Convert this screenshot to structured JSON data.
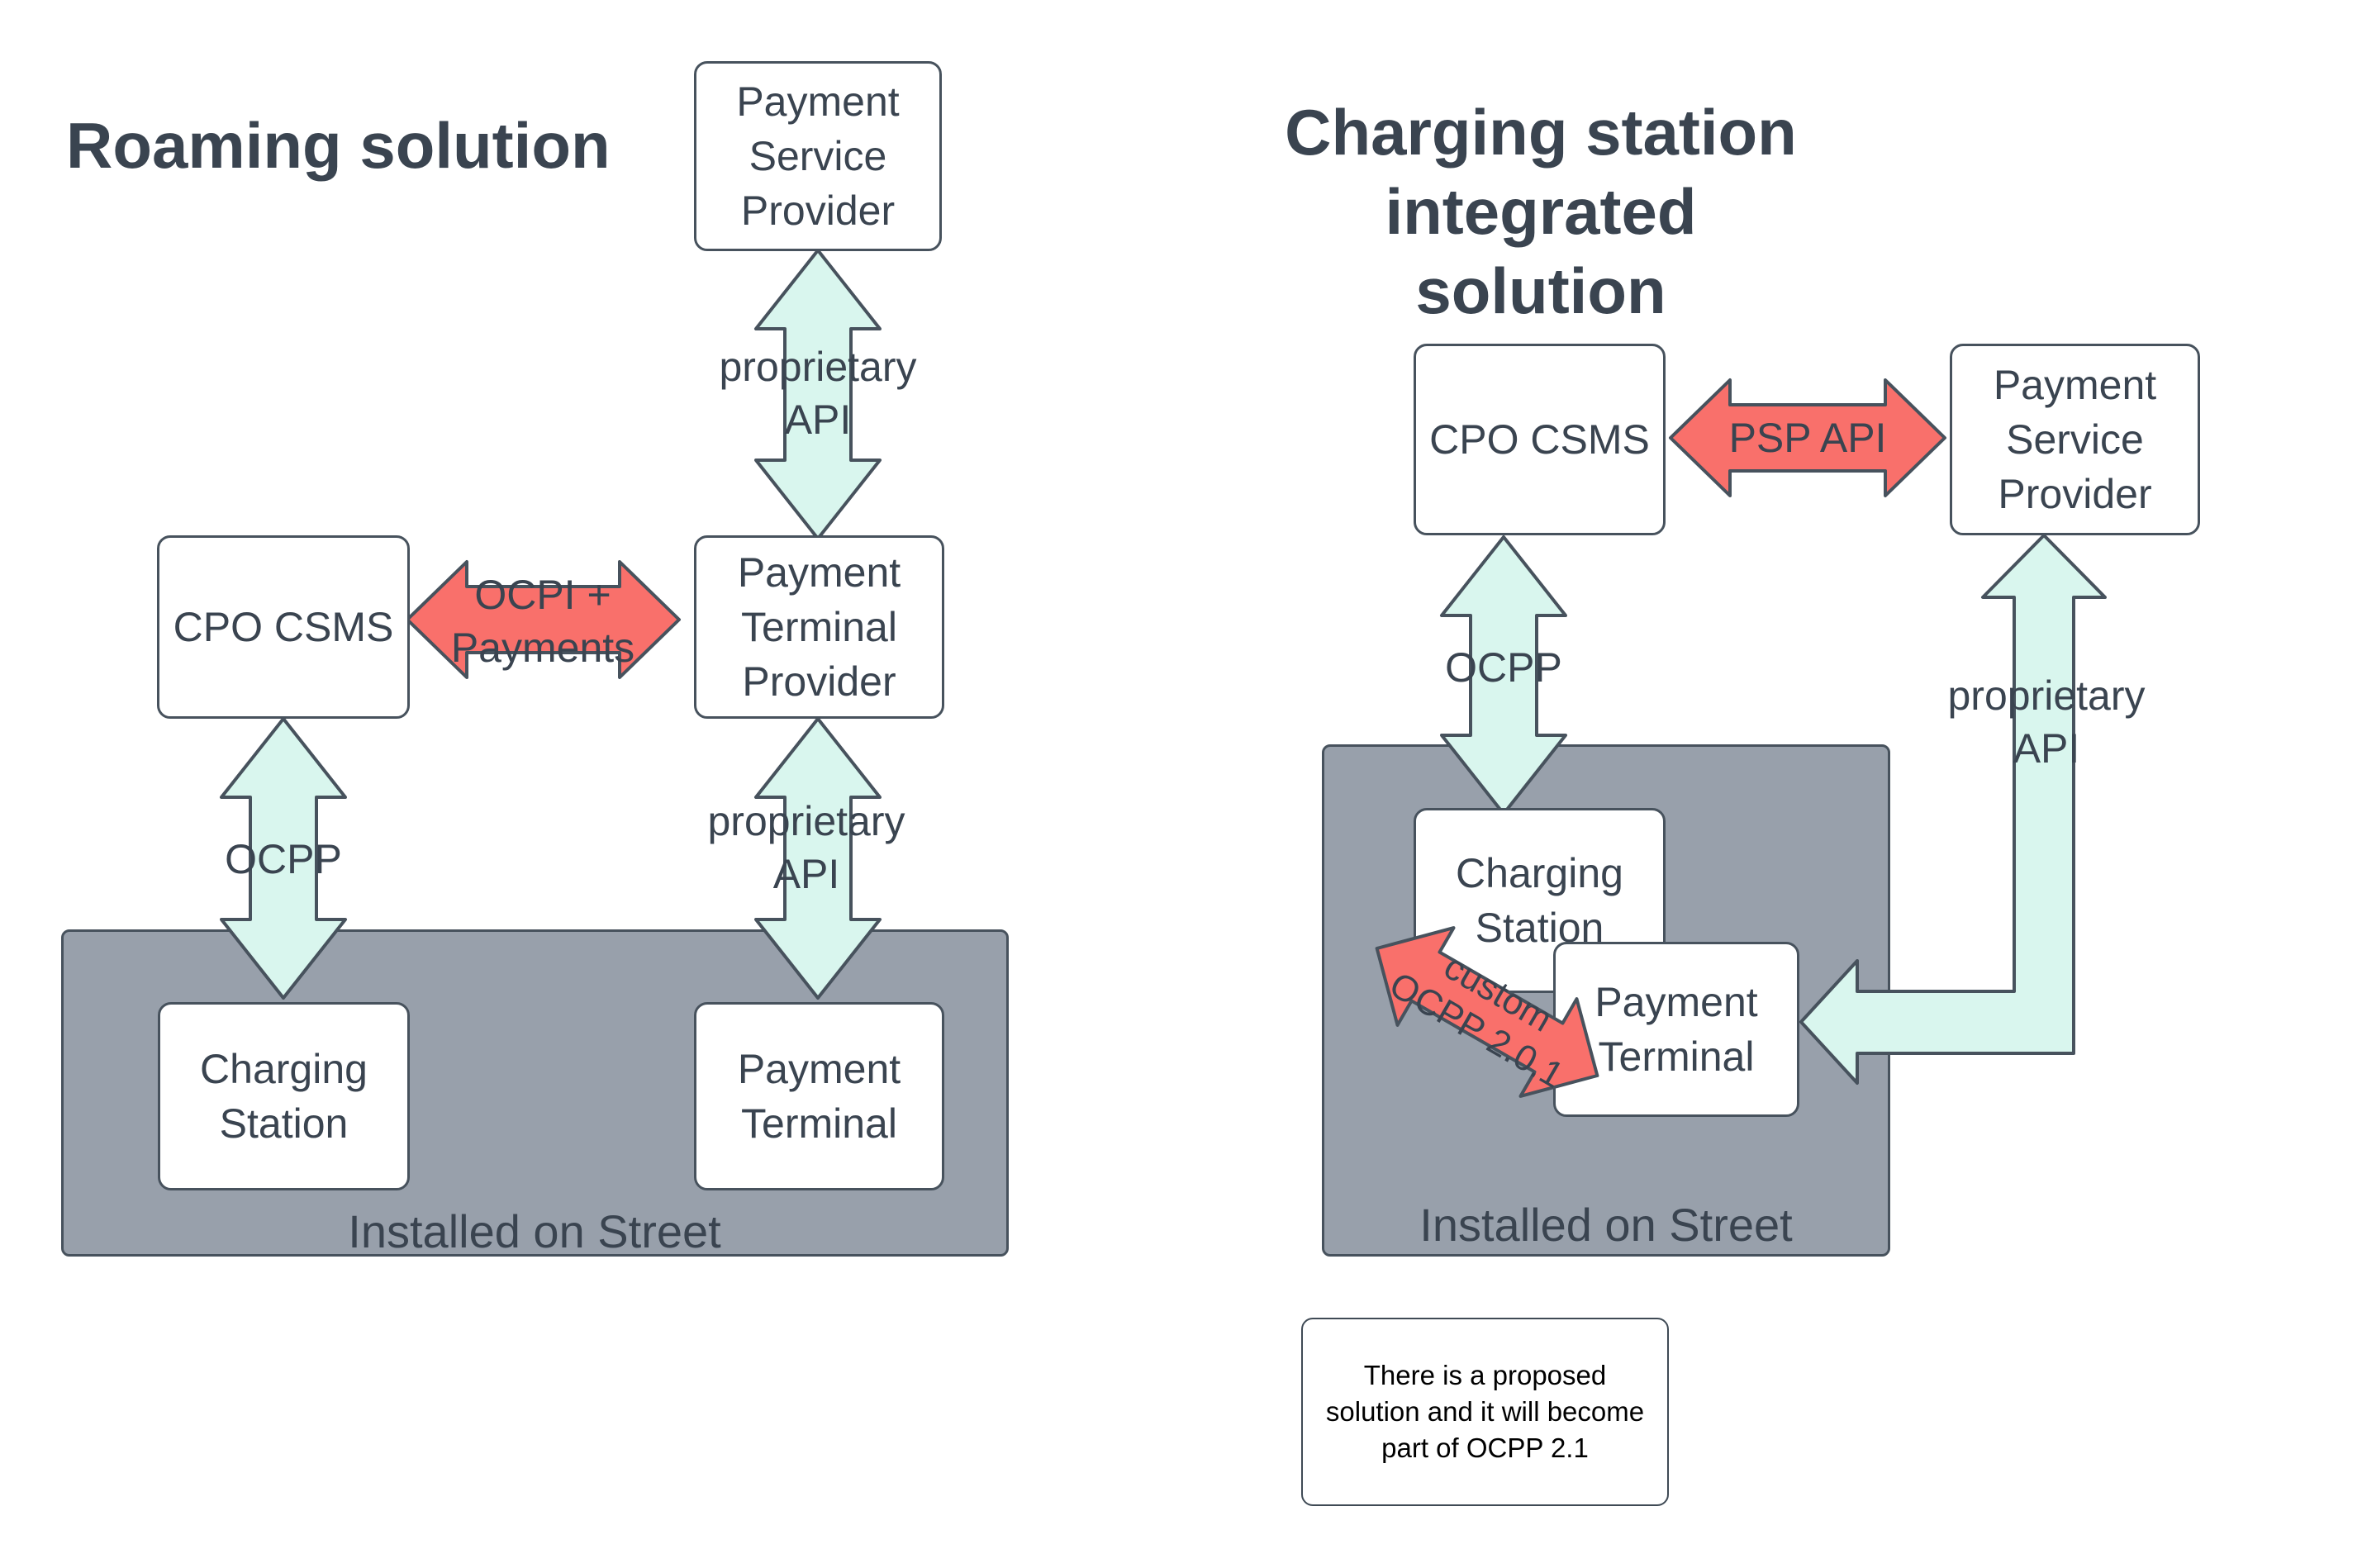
{
  "colors": {
    "background": "#ffffff",
    "box_fill": "#ffffff",
    "box_stroke": "#47525d",
    "gray_zone": "#98a0ab",
    "teal_arrow": "#d9f6ee",
    "red_arrow": "#f9706b",
    "text": "#3a4450",
    "note_text": "#000000"
  },
  "left": {
    "title": "Roaming solution",
    "psp_box": "Payment Service Provider",
    "cpo_box": "CPO CSMS",
    "ptp_box": "Payment Terminal Provider",
    "charging_station_box": "Charging Station",
    "payment_terminal_box": "Payment Terminal",
    "proprietary_api_top": "proprietary API",
    "ocpi_payments": "OCPI + Payments",
    "ocpp": "OCPP",
    "proprietary_api_bottom": "proprietary API",
    "installed_on_street": "Installed on Street"
  },
  "right": {
    "title_lines": [
      "Charging station",
      "integrated",
      "solution"
    ],
    "cpo_box": "CPO CSMS",
    "psp_api": "PSP API",
    "psp_box": "Payment Service Provider",
    "ocpp": "OCPP",
    "proprietary_api": "proprietary API",
    "charging_station_box": "Charging Station",
    "payment_terminal_box": "Payment Terminal",
    "custom_ocpp": "custom OCPP 2.0.1",
    "installed_on_street": "Installed on Street"
  },
  "note": {
    "lines": [
      "There is a proposed",
      "solution and it will become",
      "part of OCPP 2.1"
    ]
  }
}
